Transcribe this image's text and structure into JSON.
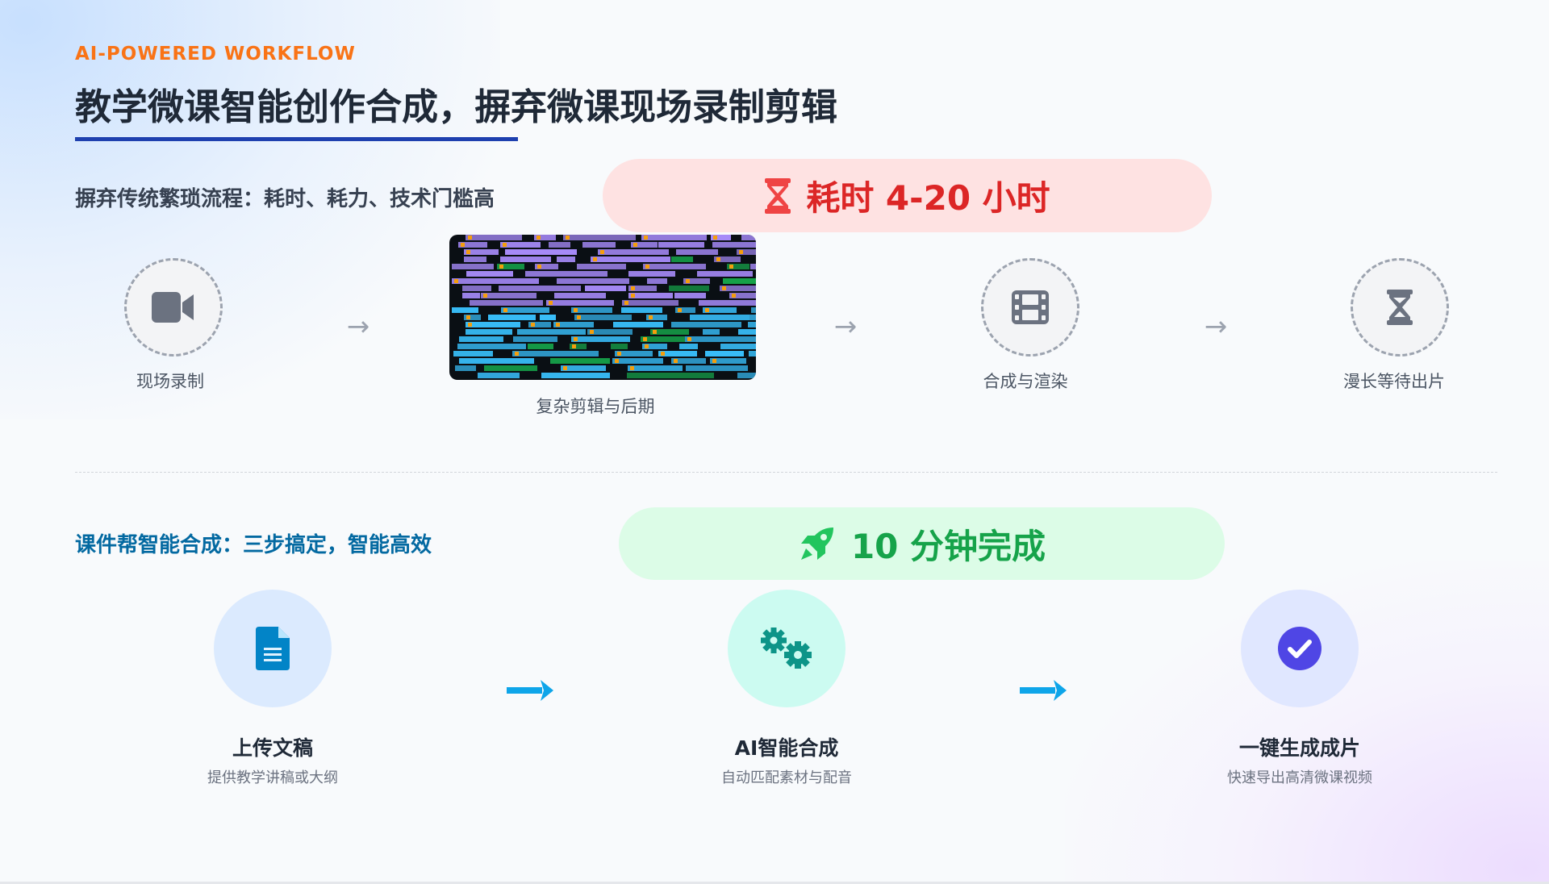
{
  "header": {
    "eyebrow": "AI-POWERED WORKFLOW",
    "title": "教学微课智能创作合成，摒弃微课现场录制剪辑"
  },
  "traditional": {
    "subtitle": "摒弃传统繁琐流程：耗时、耗力、技术门槛高",
    "badge": "耗时 4-20 小时",
    "badge_icon": "hourglass-icon",
    "steps": [
      {
        "label": "现场录制",
        "icon": "video-camera-icon"
      },
      {
        "label": "复杂剪辑与后期",
        "icon": "editing-timeline-image"
      },
      {
        "label": "合成与渲染",
        "icon": "film-icon"
      },
      {
        "label": "漫长等待出片",
        "icon": "hourglass-icon"
      }
    ]
  },
  "smart": {
    "subtitle": "课件帮智能合成：三步搞定，智能高效",
    "badge": "10 分钟完成",
    "badge_icon": "rocket-icon",
    "steps": [
      {
        "title": "上传文稿",
        "desc": "提供教学讲稿或大纲",
        "icon": "document-icon"
      },
      {
        "title": "AI智能合成",
        "desc": "自动匹配素材与配音",
        "icon": "gears-icon"
      },
      {
        "title": "一键生成成片",
        "desc": "快速导出高清微课视频",
        "icon": "check-circle-icon"
      }
    ]
  },
  "colors": {
    "accent_orange": "#f97316",
    "underline": "#1e40af",
    "red": "#dc2626",
    "green": "#16a34a",
    "blue_arrow": "#0ea5e9"
  }
}
